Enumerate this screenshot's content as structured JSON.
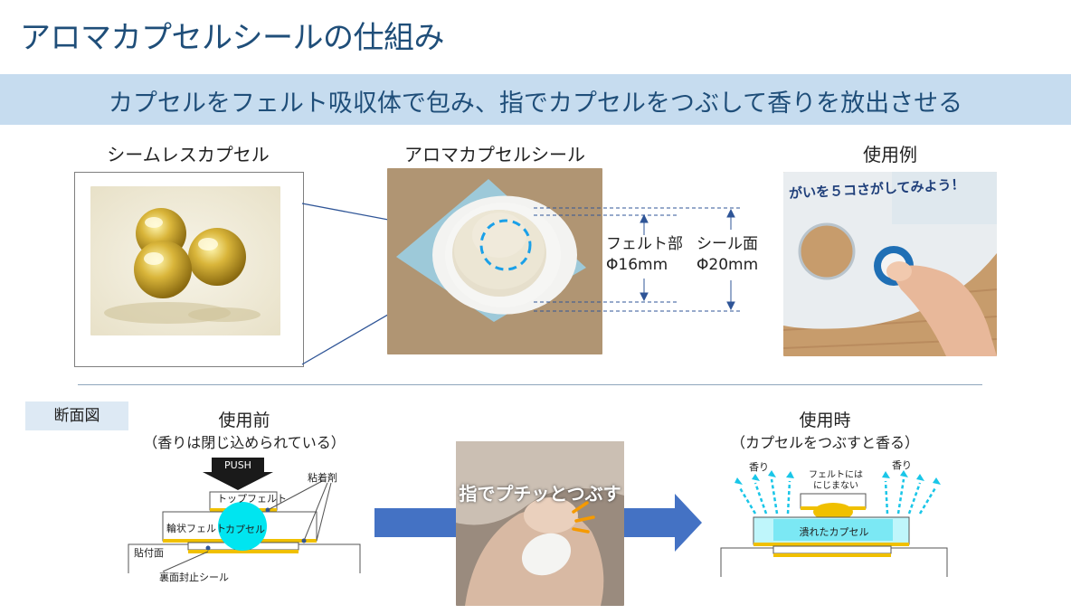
{
  "title": "アロマカプセルシールの仕組み",
  "banner": "カプセルをフェルト吸収体で包み、指でカプセルをつぶして香りを放出させる",
  "top": {
    "seamless_label": "シームレスカプセル",
    "seal_label": "アロマカプセルシール",
    "example_label": "使用例",
    "felt_dim": {
      "line1": "フェルト部",
      "line2": "Φ16mm"
    },
    "seal_dim": {
      "line1": "シール面",
      "line2": "Φ20mm"
    },
    "example_photo_text": "がいを５コさがしてみよう！"
  },
  "section": {
    "tag": "断面図",
    "before": {
      "title": "使用前",
      "subtitle": "（香りは閉じ込められている）",
      "push": "PUSH",
      "top_felt": "トップフェルト",
      "ring_felt": "輪状フェルト",
      "capsule": "カプセル",
      "adhesive": "粘着剤",
      "surface": "貼付面",
      "back_seal": "裏面封止シール"
    },
    "middle": {
      "caption": "指でプチッとつぶす"
    },
    "after": {
      "title": "使用時",
      "subtitle": "（カプセルをつぶすと香る）",
      "scent_left": "香り",
      "scent_right": "香り",
      "felt_note_1": "フェルトには",
      "felt_note_2": "にじまない",
      "crushed": "潰れたカプセル"
    }
  },
  "colors": {
    "title": "#1f4e79",
    "banner_bg": "#c6dcef",
    "arrow": "#4472c4",
    "capsule": "#00e5f0",
    "adhesive": "#f0c000"
  }
}
